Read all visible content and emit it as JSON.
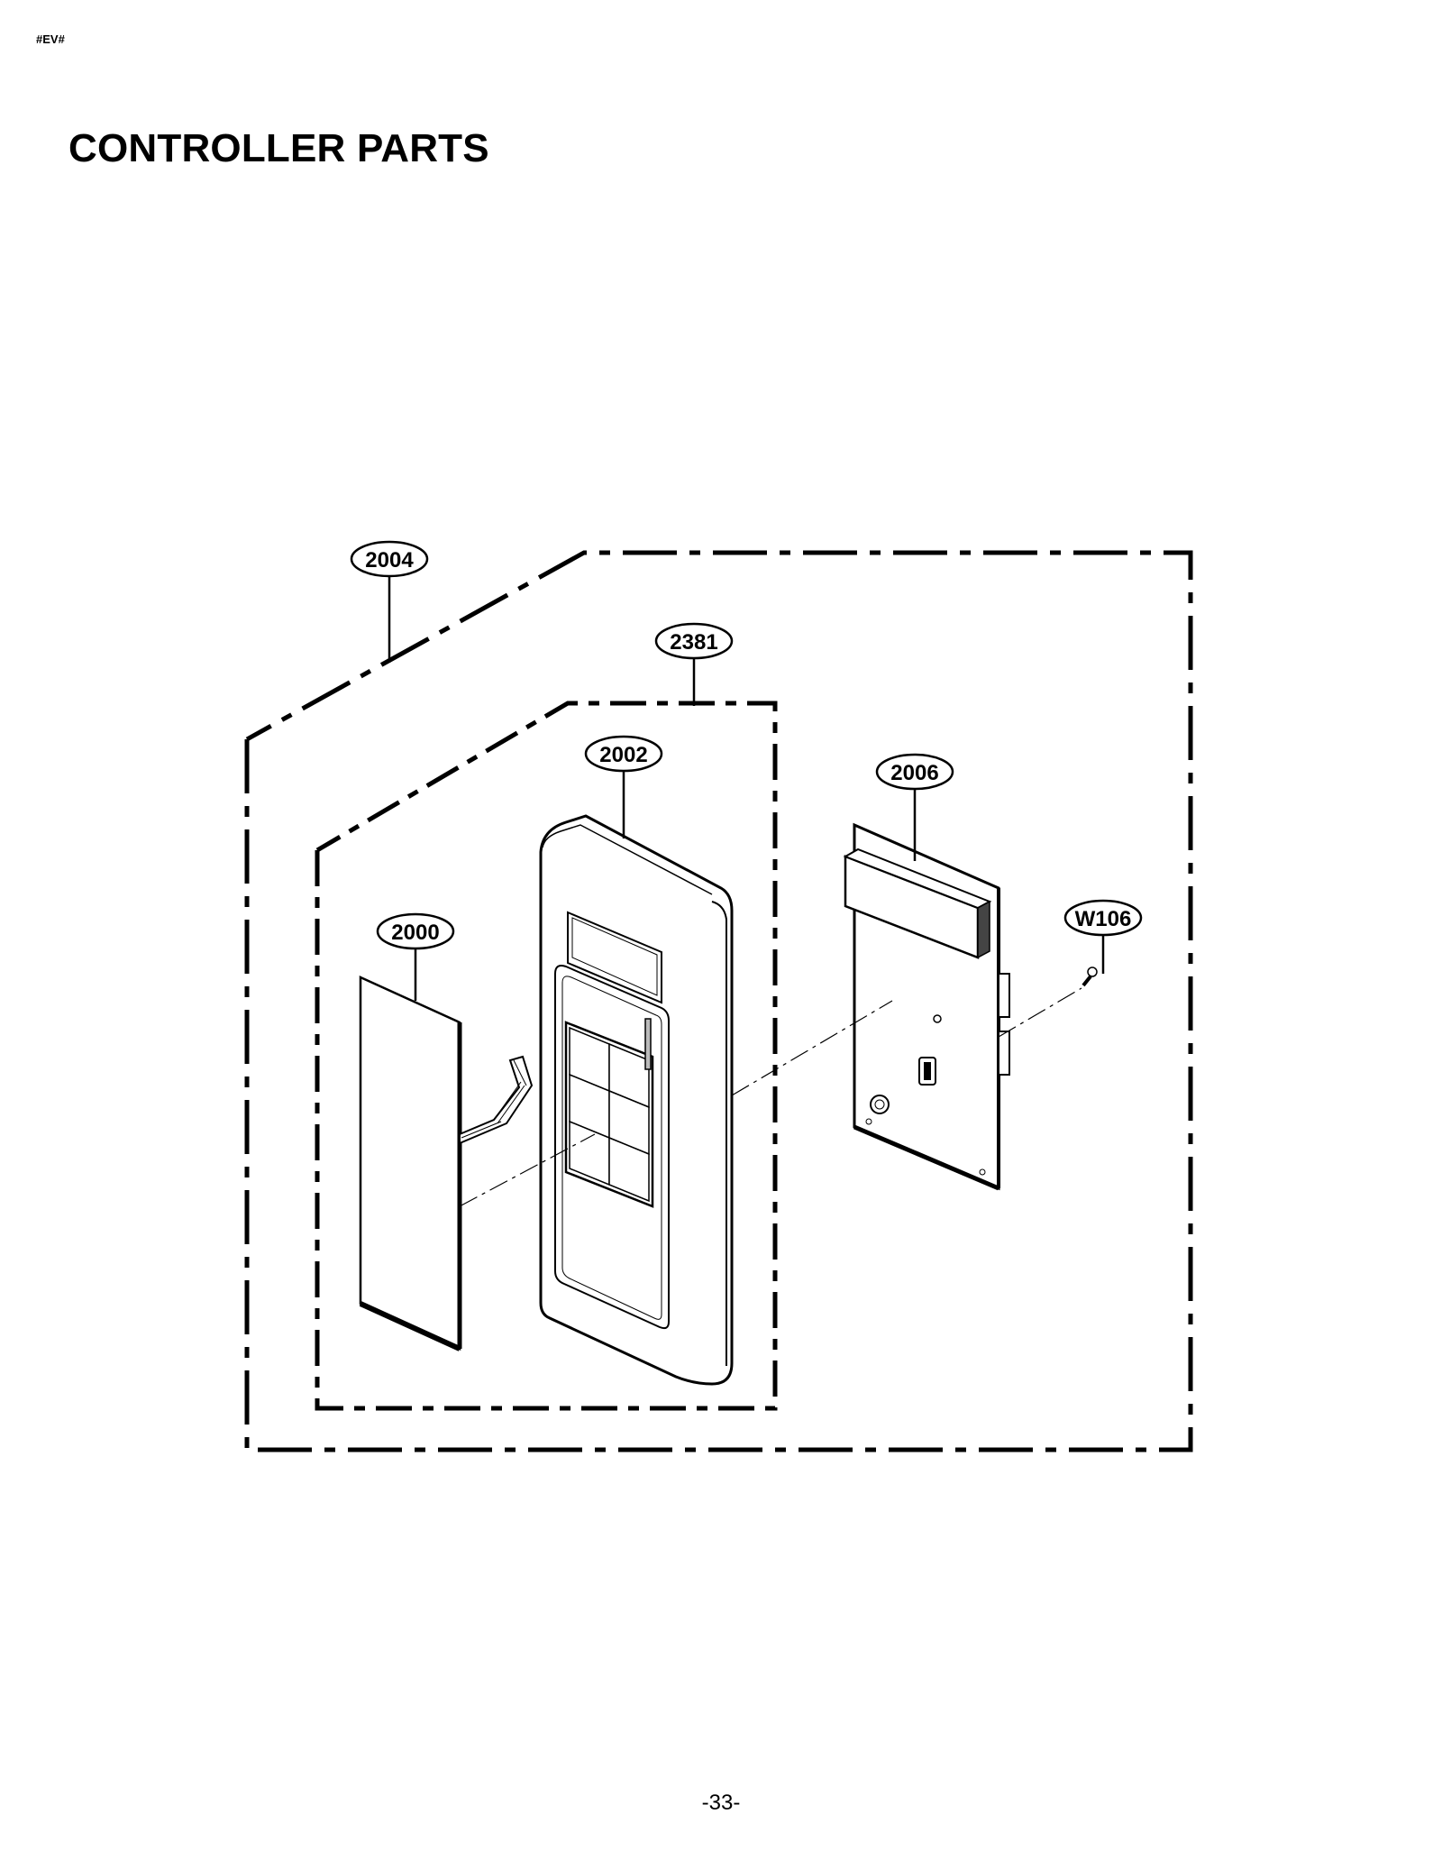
{
  "header": {
    "doc_code": "#EV#",
    "title": "CONTROLLER PARTS"
  },
  "footer": {
    "page_number": "-33-"
  },
  "diagram": {
    "callouts": {
      "c2004": "2004",
      "c2381": "2381",
      "c2002": "2002",
      "c2006": "2006",
      "c2000": "2000",
      "cW106": "W106"
    }
  }
}
